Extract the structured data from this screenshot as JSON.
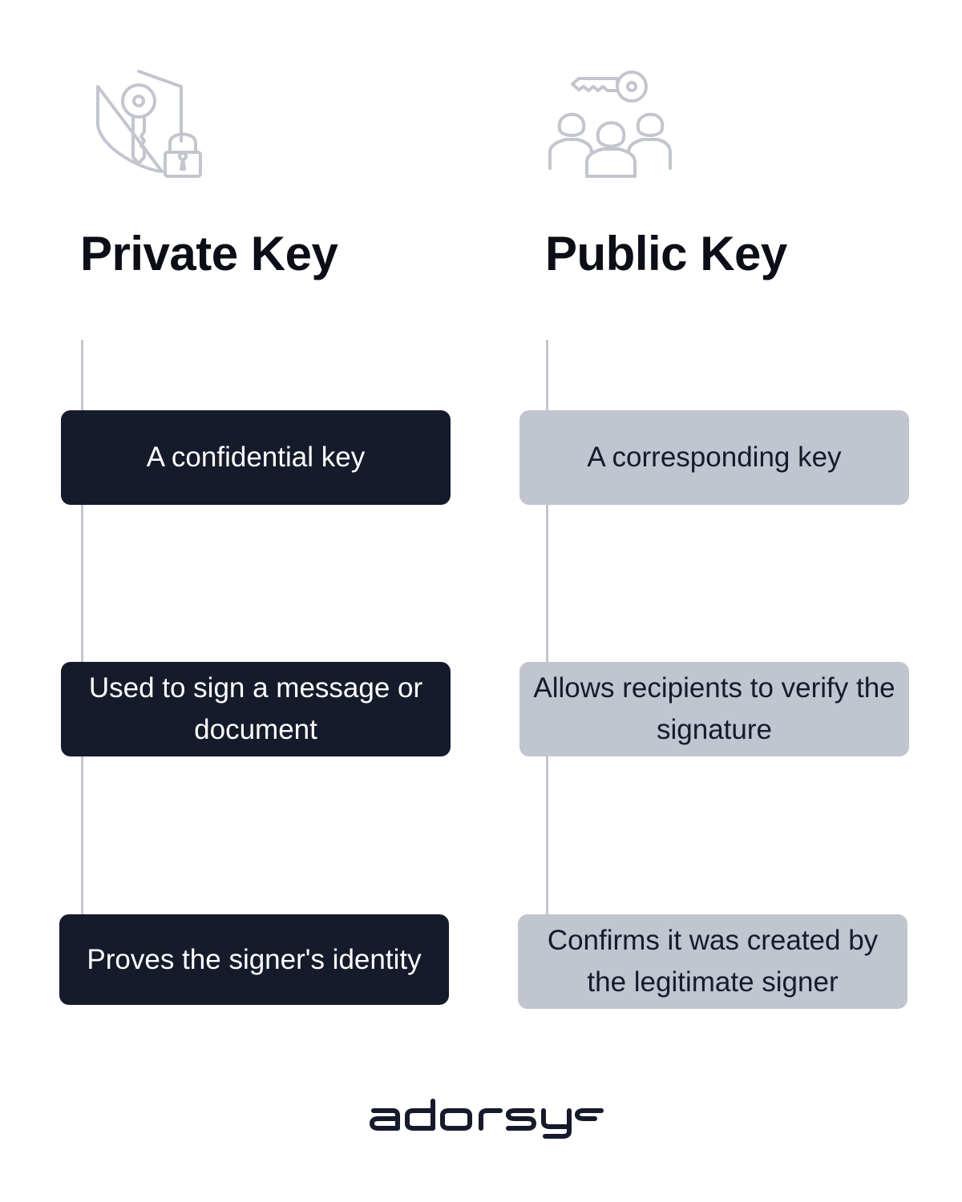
{
  "columns": [
    {
      "title": "Private Key",
      "icon": "shield-key-lock-icon",
      "style": "dark",
      "items": [
        "A confidential key",
        "Used to sign a message or document",
        "Proves the signer's identity"
      ]
    },
    {
      "title": "Public Key",
      "icon": "key-group-people-icon",
      "style": "light",
      "items": [
        "A corresponding key",
        "Allows recipients to verify the signature",
        "Confirms it was created by the legitimate signer"
      ]
    }
  ],
  "footer": {
    "logo_text": "adorsys"
  },
  "colors": {
    "dark_box": "#151b2b",
    "light_box": "#c1c5d0",
    "line": "#c3c6cf",
    "icon": "#c3c6cf",
    "title": "#0b0e16"
  }
}
